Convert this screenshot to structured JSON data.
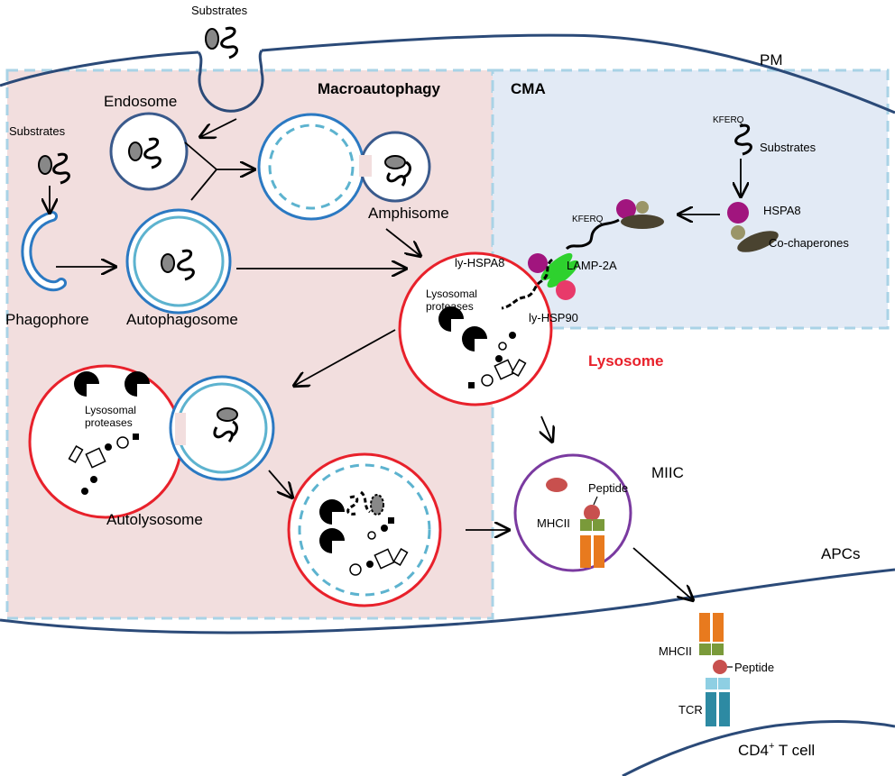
{
  "labels": {
    "substrates_top": "Substrates",
    "pm": "PM",
    "endosome": "Endosome",
    "macroautophagy": "Macroautophagy",
    "cma": "CMA",
    "substrates_left": "Substrates",
    "kferq_top": "KFERQ",
    "substrates_cma": "Substrates",
    "amphisome": "Amphisome",
    "kferq_mid": "KFERQ",
    "hspa8": "HSPA8",
    "co_chaperones": "Co-chaperones",
    "ly_hspa8": "ly-HSPA8",
    "lamp2a": "LAMP-2A",
    "lysosomal_proteases_1": "Lysosomal",
    "lysosomal_proteases_2": "proteases",
    "ly_hsp90": "ly-HSP90",
    "phagophore": "Phagophore",
    "autophagosome": "Autophagosome",
    "lysosome": "Lysosome",
    "lysosomal_proteases_b1": "Lysosomal",
    "lysosomal_proteases_b2": "proteases",
    "autolysosome": "Autolysosome",
    "miic": "MIIC",
    "peptide_miic": "Peptide",
    "mhcii_miic": "MHCII",
    "apcs": "APCs",
    "mhcii_cell": "MHCII",
    "peptide_cell": "Peptide",
    "tcr": "TCR",
    "cd4_main": "CD4",
    "cd4_sup": "+",
    "cd4_rest": " T cell"
  },
  "colors": {
    "macro_bg": "#f2dede",
    "cma_bg": "#e2eaf5",
    "box_border": "#a9d3e6",
    "membrane": "#2b4a78",
    "lysosome": "#e8212b",
    "autophagosome_outer": "#2b79c2",
    "autophagosome_inner": "#5db3cf",
    "miic": "#7a3aa0",
    "hspa8": "#a1157e",
    "cochaperone": "#4a4330",
    "cochaperone_head": "#9a9568",
    "lamp2a": "#2ed12e",
    "hsp90": "#e83a6a",
    "mhc_green": "#7a9a3a",
    "mhc_orange": "#e87a1e",
    "peptide": "#c8504e",
    "tcr_light": "#8ecfe3",
    "tcr_dark": "#2d8aa3",
    "lysosome_label": "#e8212b"
  }
}
